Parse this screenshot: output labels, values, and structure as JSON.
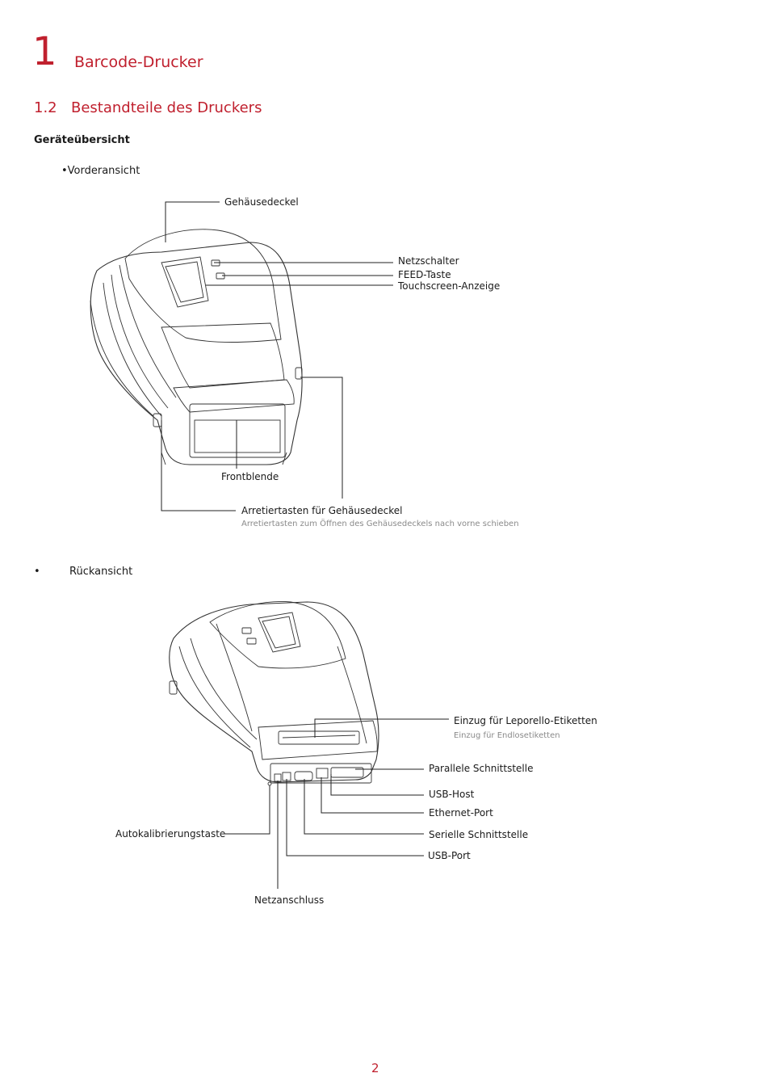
{
  "header": {
    "chapter_number": "1",
    "chapter_title": "Barcode-Drucker",
    "section_number": "1.2",
    "section_title": "Bestandteile des Druckers"
  },
  "overview_heading": "Geräteübersicht",
  "front": {
    "bullet": "•",
    "title": "Vorderansicht",
    "labels": {
      "cover": "Gehäusedeckel",
      "power_switch": "Netzschalter",
      "feed_button": "FEED-Taste",
      "touchscreen": "Touchscreen-Anzeige",
      "front_panel": "Frontblende",
      "release_buttons": "Arretiertasten für Gehäusedeckel",
      "release_note": "Arretiertasten zum Öffnen des Gehäusedeckels nach vorne schieben"
    }
  },
  "rear": {
    "bullet": "•",
    "title": "Rückansicht",
    "labels": {
      "fanfold_entry": "Einzug für Leporello-Etiketten",
      "fanfold_note": "Einzug für Endlosetiketten",
      "parallel": "Parallele Schnittstelle",
      "usb_host": "USB-Host",
      "ethernet": "Ethernet-Port",
      "serial": "Serielle Schnittstelle",
      "usb_port": "USB-Port",
      "auto_calibration": "Autokalibrierungstaste",
      "power_connector": "Netzanschluss"
    }
  },
  "footer": {
    "page_number": "2"
  },
  "colors": {
    "accent": "#c0202e",
    "text": "#1a1a1a",
    "note": "#8a8a8a"
  }
}
